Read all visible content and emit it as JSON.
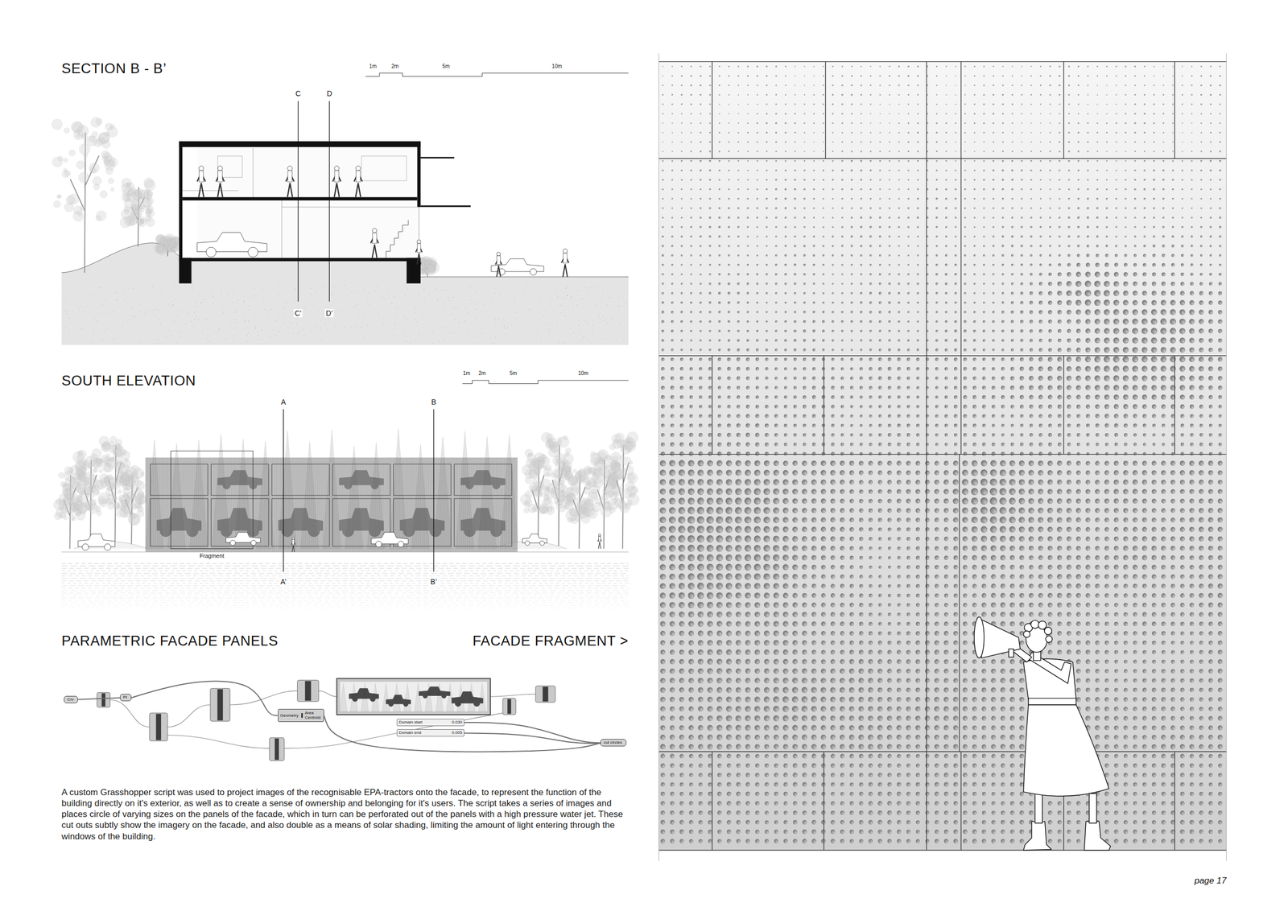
{
  "diagram": {
    "caption": "A custom Grasshopper script was used to project images of the recognisable EPA-tractors onto the facade, to represent the function of the building directly on it's exterior, as well as to create a sense of ownership and belonging for it's users. The script takes a series of images and places circle of varying sizes on the panels of the facade, which in turn can be perforated out of the panels with a high pressure water jet. These cut outs subtly show the imagery on the facade, and also double as a means of solar shading, limiting the amount of light entering through the windows of the building.",
    "nodes": [
      {
        "text": [
          "Crv"
        ]
      },
      {
        "text": [
          "Pt"
        ]
      },
      {
        "text": [
          "Domain start",
          "0.030"
        ]
      },
      {
        "text": [
          "Domain end",
          "0.005"
        ]
      },
      {
        "text": [
          "Geometry",
          "Area",
          "Centroid"
        ]
      },
      {
        "text": [
          "cut circles"
        ]
      }
    ],
    "edges": [
      {
        "from": 0,
        "to": 1,
        "arrow": "none"
      },
      {
        "from": 1,
        "to": 4,
        "arrow": "none"
      },
      {
        "from": 4,
        "to": 5,
        "arrow": "none"
      },
      {
        "from": 2,
        "to": 5,
        "arrow": "none"
      },
      {
        "from": 3,
        "to": 5,
        "arrow": "none"
      }
    ],
    "labels": [
      "SECTION B - B’",
      "1m",
      "2m",
      "5m",
      "10m",
      "C",
      "D",
      "C’",
      "D’",
      "SOUTH ELEVATION",
      "1m",
      "2m",
      "5m",
      "10m",
      "A",
      "B",
      "Fragment",
      "A’",
      "B’",
      "PARAMETRIC FACADE PANELS",
      "FACADE FRAGMENT >",
      "page 17"
    ]
  }
}
